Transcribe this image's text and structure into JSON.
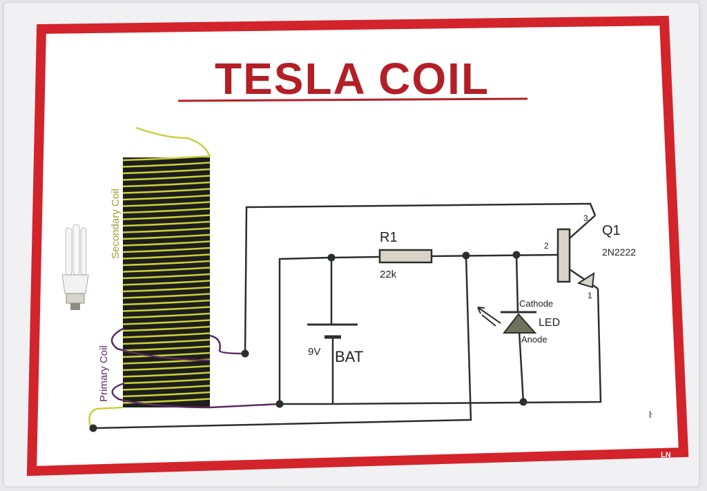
{
  "title": "TESLA COIL",
  "labels": {
    "secondary_coil": "Secondary Coil",
    "primary_coil": "Primary Coil",
    "r1_name": "R1",
    "r1_value": "22k",
    "bat_voltage": "9V",
    "bat_name": "BAT",
    "q1_name": "Q1",
    "q1_part": "2N2222",
    "pin_2": "2",
    "pin_3": "3",
    "pin_1": "1",
    "cathode": "Cathode",
    "led": "LED",
    "anode": "Anode",
    "corner_mark": "LN"
  },
  "colors": {
    "border": "#d2242a",
    "title": "#b31f26",
    "wire": "#2b2f2b",
    "coil_winding": "#c9cf3a",
    "coil_core": "#1e1e1a",
    "primary_wire": "#5a2c60",
    "component_fill": "#d9d3c6",
    "led_fill": "#6f735c"
  },
  "icons": {
    "bulb": "cfl-bulb-icon"
  }
}
